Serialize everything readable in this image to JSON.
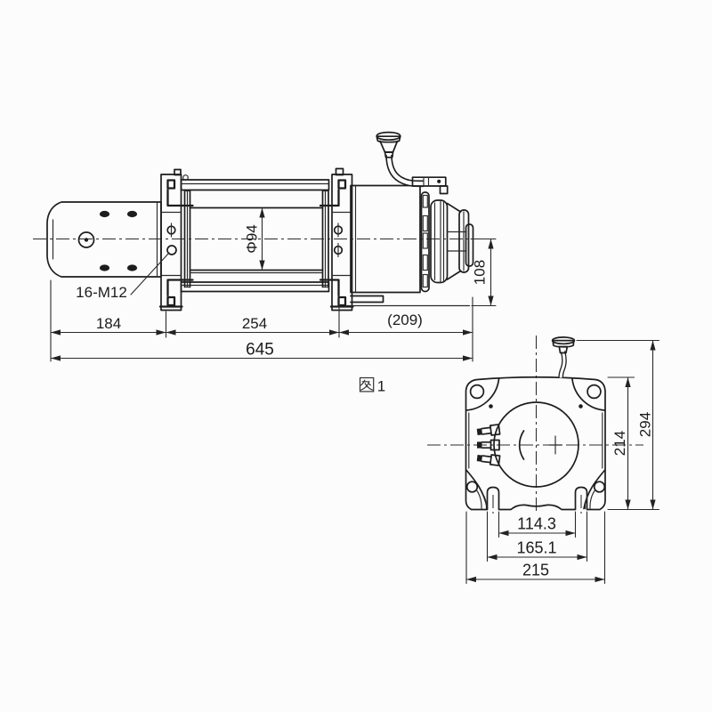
{
  "page": {
    "background": "#fcfcfc",
    "line_color": "#1d1d1d",
    "description": "Engineering dimension drawing of an electric winch, side view and end view"
  },
  "figure": {
    "caption": "图 1",
    "caption_glyph": "图",
    "caption_number": "1"
  },
  "side_view": {
    "labels": {
      "bolt_spec": "16-M12",
      "dim_left": "184",
      "dim_middle": "254",
      "dim_right": "(209)",
      "dim_total": "645",
      "drum_diameter": "Φ94",
      "cap_offset": "108"
    }
  },
  "end_view": {
    "labels": {
      "dim_slot_inner": "114.3",
      "dim_slot_outer": "165.1",
      "dim_width": "215",
      "dim_height": "214",
      "dim_total_height": "294"
    }
  }
}
